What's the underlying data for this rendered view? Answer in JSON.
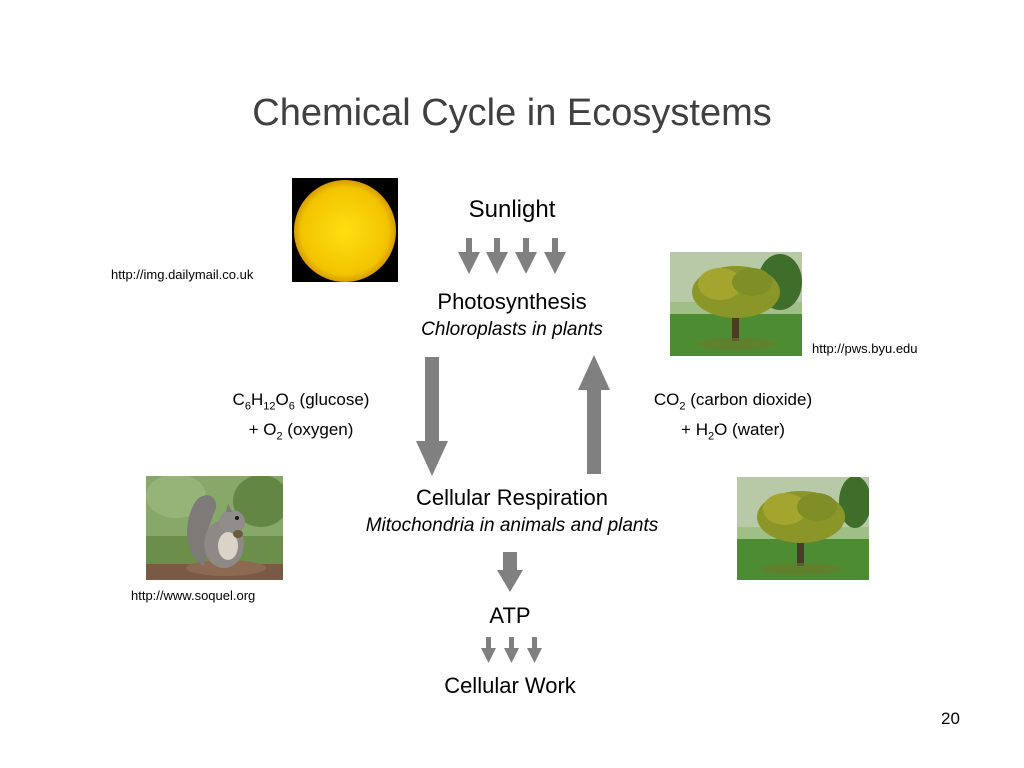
{
  "slide": {
    "title": "Chemical Cycle in Ecosystems",
    "page_number": "20"
  },
  "diagram": {
    "sunlight": "Sunlight",
    "photosynthesis": {
      "title": "Photosynthesis",
      "subtitle": "Chloroplasts in plants"
    },
    "left_products": {
      "line1_suffix": " (glucose)",
      "line2_prefix": "+ O",
      "line2_suffix": " (oxygen)"
    },
    "right_products": {
      "line1_prefix": "CO",
      "line1_suffix": " (carbon dioxide)",
      "line2_prefix": "+ H",
      "line2_suffix": "O (water)"
    },
    "cellular_respiration": {
      "title": "Cellular Respiration",
      "subtitle": "Mitochondria in animals and plants"
    },
    "atp": "ATP",
    "cellular_work": "Cellular Work"
  },
  "image_credits": {
    "sun": "http://img.dailymail.co.uk",
    "tree_top": "http://pws.byu.edu",
    "squirrel": "http://www.soquel.org"
  },
  "colors": {
    "arrow": "#808080",
    "title": "#404040",
    "sun": "#f5c400",
    "grass": "#5a9a3a",
    "foliage": "#8a9a2a"
  }
}
